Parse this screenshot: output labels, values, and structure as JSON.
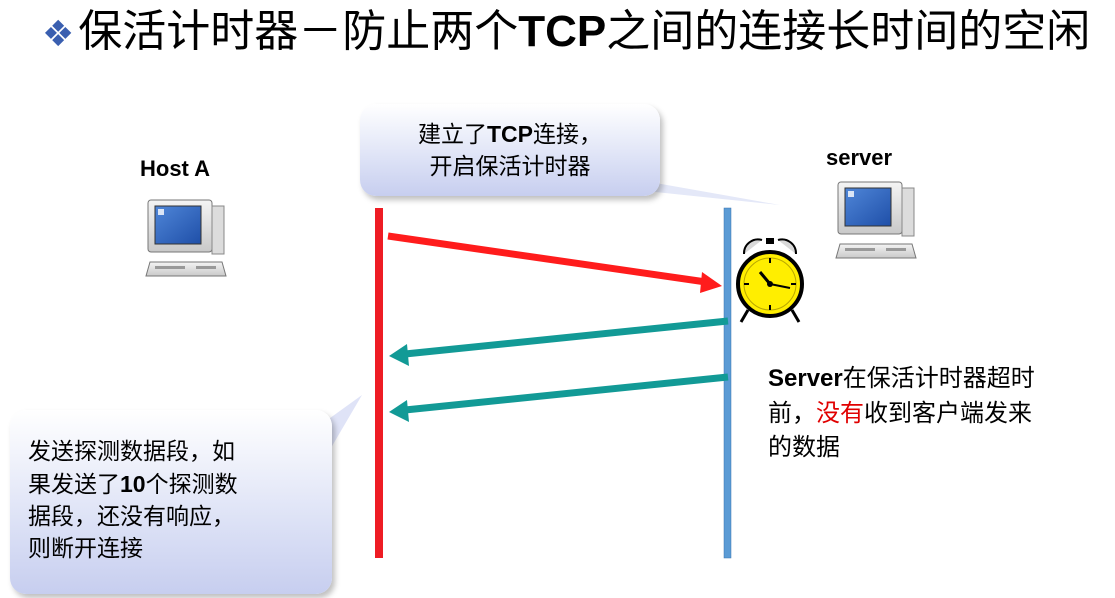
{
  "title": {
    "bullet": "❖",
    "part1": "保活计时器－防止两个",
    "tcp": "TCP",
    "part2": "之间的连接长时间的空闲"
  },
  "host_a": {
    "label": "Host A"
  },
  "server": {
    "label": "server"
  },
  "callout_top": {
    "line1_pre": "建立了",
    "line1_tcp": "TCP",
    "line1_post": "连接，",
    "line2": "开启保活计时器"
  },
  "callout_bottom": {
    "line1": "发送探测数据段，如",
    "line2_pre": "果发送了",
    "line2_num": "10",
    "line2_post": "个探测数",
    "line3": "据段，还没有响应，",
    "line4": "则断开连接"
  },
  "server_note": {
    "server_word": "Server",
    "line1_rest": "在保活计时器超时",
    "line2_pre": "前，",
    "line2_red": "没有",
    "line2_post": "收到客户端发来",
    "line3": "的数据"
  },
  "colors": {
    "host_timeline": "#ee1c24",
    "server_timeline": "#5b9bd5",
    "data_arrow": "#ff1c1c",
    "probe_arrow": "#129a96",
    "clock": "#ffee00",
    "title_bullet": "#3a5fb0"
  },
  "icons": [
    "host-a-computer-icon",
    "server-computer-icon",
    "alarm-clock-icon"
  ]
}
